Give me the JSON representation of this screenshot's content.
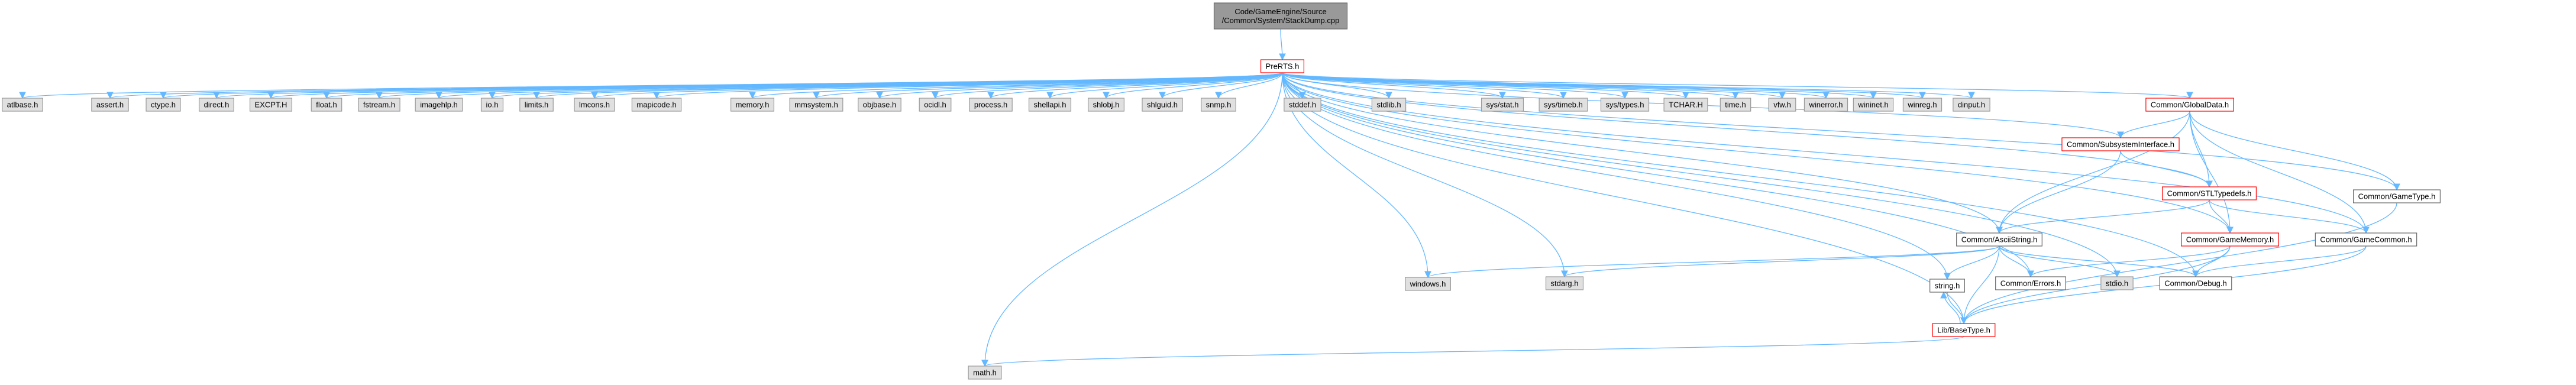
{
  "colors": {
    "edge": "#63b8ff",
    "root_fill": "#999999",
    "root_border": "#666666",
    "doc_fill": "#ffffff",
    "doc_border": "#666666",
    "missing_fill": "#e0e0e0",
    "missing_border": "#999999",
    "highlight_border": "#ff0000"
  },
  "nodes": [
    {
      "id": "root",
      "label": "Code/GameEngine/Source\n/Common/System/StackDump.cpp",
      "kind": "root"
    },
    {
      "id": "prerts",
      "label": "PreRTS.h",
      "kind": "highlight"
    },
    {
      "id": "atlbase",
      "label": "atlbase.h",
      "kind": "missing"
    },
    {
      "id": "assert",
      "label": "assert.h",
      "kind": "missing"
    },
    {
      "id": "ctype",
      "label": "ctype.h",
      "kind": "missing"
    },
    {
      "id": "direct",
      "label": "direct.h",
      "kind": "missing"
    },
    {
      "id": "excpt",
      "label": "EXCPT.H",
      "kind": "missing"
    },
    {
      "id": "float",
      "label": "float.h",
      "kind": "missing"
    },
    {
      "id": "fstream",
      "label": "fstream.h",
      "kind": "missing"
    },
    {
      "id": "imagehlp",
      "label": "imagehlp.h",
      "kind": "missing"
    },
    {
      "id": "io",
      "label": "io.h",
      "kind": "missing"
    },
    {
      "id": "limits",
      "label": "limits.h",
      "kind": "missing"
    },
    {
      "id": "lmcons",
      "label": "lmcons.h",
      "kind": "missing"
    },
    {
      "id": "mapicode",
      "label": "mapicode.h",
      "kind": "missing"
    },
    {
      "id": "memory",
      "label": "memory.h",
      "kind": "missing"
    },
    {
      "id": "mmsystem",
      "label": "mmsystem.h",
      "kind": "missing"
    },
    {
      "id": "objbase",
      "label": "objbase.h",
      "kind": "missing"
    },
    {
      "id": "ocidl",
      "label": "ocidl.h",
      "kind": "missing"
    },
    {
      "id": "process",
      "label": "process.h",
      "kind": "missing"
    },
    {
      "id": "shellapi",
      "label": "shellapi.h",
      "kind": "missing"
    },
    {
      "id": "shlobj",
      "label": "shlobj.h",
      "kind": "missing"
    },
    {
      "id": "shlguid",
      "label": "shlguid.h",
      "kind": "missing"
    },
    {
      "id": "snmp",
      "label": "snmp.h",
      "kind": "missing"
    },
    {
      "id": "stddef",
      "label": "stddef.h",
      "kind": "missing"
    },
    {
      "id": "stdlib",
      "label": "stdlib.h",
      "kind": "missing"
    },
    {
      "id": "sysstat",
      "label": "sys/stat.h",
      "kind": "missing"
    },
    {
      "id": "systimeb",
      "label": "sys/timeb.h",
      "kind": "missing"
    },
    {
      "id": "systypes",
      "label": "sys/types.h",
      "kind": "missing"
    },
    {
      "id": "tchar",
      "label": "TCHAR.H",
      "kind": "missing"
    },
    {
      "id": "time",
      "label": "time.h",
      "kind": "missing"
    },
    {
      "id": "vfw",
      "label": "vfw.h",
      "kind": "missing"
    },
    {
      "id": "winerror",
      "label": "winerror.h",
      "kind": "missing"
    },
    {
      "id": "wininet",
      "label": "wininet.h",
      "kind": "missing"
    },
    {
      "id": "winreg",
      "label": "winreg.h",
      "kind": "missing"
    },
    {
      "id": "dinput",
      "label": "dinput.h",
      "kind": "missing"
    },
    {
      "id": "globaldata",
      "label": "Common/GlobalData.h",
      "kind": "highlight"
    },
    {
      "id": "subsys",
      "label": "Common/SubsystemInterface.h",
      "kind": "highlight"
    },
    {
      "id": "gametype",
      "label": "Common/GameType.h",
      "kind": "doc"
    },
    {
      "id": "stltypedefs",
      "label": "Common/STLTypedefs.h",
      "kind": "highlight"
    },
    {
      "id": "asciistring",
      "label": "Common/AsciiString.h",
      "kind": "doc"
    },
    {
      "id": "gamememory",
      "label": "Common/GameMemory.h",
      "kind": "highlight"
    },
    {
      "id": "gamecommon",
      "label": "Common/GameCommon.h",
      "kind": "doc"
    },
    {
      "id": "windows",
      "label": "windows.h",
      "kind": "missing"
    },
    {
      "id": "stdarg",
      "label": "stdarg.h",
      "kind": "missing"
    },
    {
      "id": "string",
      "label": "string.h",
      "kind": "doc"
    },
    {
      "id": "errors",
      "label": "Common/Errors.h",
      "kind": "doc"
    },
    {
      "id": "stdio",
      "label": "stdio.h",
      "kind": "missing"
    },
    {
      "id": "debug",
      "label": "Common/Debug.h",
      "kind": "doc"
    },
    {
      "id": "basetype",
      "label": "Lib/BaseType.h",
      "kind": "highlight"
    },
    {
      "id": "math",
      "label": "math.h",
      "kind": "missing"
    }
  ],
  "edges": [
    [
      "root",
      "prerts"
    ],
    [
      "prerts",
      "atlbase"
    ],
    [
      "prerts",
      "assert"
    ],
    [
      "prerts",
      "ctype"
    ],
    [
      "prerts",
      "direct"
    ],
    [
      "prerts",
      "excpt"
    ],
    [
      "prerts",
      "float"
    ],
    [
      "prerts",
      "fstream"
    ],
    [
      "prerts",
      "imagehlp"
    ],
    [
      "prerts",
      "io"
    ],
    [
      "prerts",
      "limits"
    ],
    [
      "prerts",
      "lmcons"
    ],
    [
      "prerts",
      "mapicode"
    ],
    [
      "prerts",
      "memory"
    ],
    [
      "prerts",
      "mmsystem"
    ],
    [
      "prerts",
      "objbase"
    ],
    [
      "prerts",
      "ocidl"
    ],
    [
      "prerts",
      "process"
    ],
    [
      "prerts",
      "shellapi"
    ],
    [
      "prerts",
      "shlobj"
    ],
    [
      "prerts",
      "shlguid"
    ],
    [
      "prerts",
      "snmp"
    ],
    [
      "prerts",
      "stddef"
    ],
    [
      "prerts",
      "stdlib"
    ],
    [
      "prerts",
      "sysstat"
    ],
    [
      "prerts",
      "systimeb"
    ],
    [
      "prerts",
      "systypes"
    ],
    [
      "prerts",
      "tchar"
    ],
    [
      "prerts",
      "time"
    ],
    [
      "prerts",
      "vfw"
    ],
    [
      "prerts",
      "winerror"
    ],
    [
      "prerts",
      "wininet"
    ],
    [
      "prerts",
      "winreg"
    ],
    [
      "prerts",
      "dinput"
    ],
    [
      "prerts",
      "globaldata"
    ],
    [
      "prerts",
      "subsys"
    ],
    [
      "prerts",
      "gametype"
    ],
    [
      "prerts",
      "stltypedefs"
    ],
    [
      "prerts",
      "asciistring"
    ],
    [
      "prerts",
      "gamememory"
    ],
    [
      "prerts",
      "gamecommon"
    ],
    [
      "prerts",
      "windows"
    ],
    [
      "prerts",
      "stdarg"
    ],
    [
      "prerts",
      "string"
    ],
    [
      "prerts",
      "errors"
    ],
    [
      "prerts",
      "stdio"
    ],
    [
      "prerts",
      "debug"
    ],
    [
      "prerts",
      "basetype"
    ],
    [
      "prerts",
      "math"
    ],
    [
      "globaldata",
      "subsys"
    ],
    [
      "globaldata",
      "gametype"
    ],
    [
      "globaldata",
      "stltypedefs"
    ],
    [
      "globaldata",
      "asciistring"
    ],
    [
      "globaldata",
      "gamememory"
    ],
    [
      "globaldata",
      "gamecommon"
    ],
    [
      "subsys",
      "stltypedefs"
    ],
    [
      "subsys",
      "asciistring"
    ],
    [
      "stltypedefs",
      "asciistring"
    ],
    [
      "stltypedefs",
      "gamememory"
    ],
    [
      "stltypedefs",
      "gamecommon"
    ],
    [
      "gametype",
      "basetype"
    ],
    [
      "asciistring",
      "windows"
    ],
    [
      "asciistring",
      "stdarg"
    ],
    [
      "asciistring",
      "string"
    ],
    [
      "asciistring",
      "errors"
    ],
    [
      "asciistring",
      "stdio"
    ],
    [
      "asciistring",
      "debug"
    ],
    [
      "asciistring",
      "basetype"
    ],
    [
      "gamememory",
      "errors"
    ],
    [
      "gamememory",
      "debug"
    ],
    [
      "gamememory",
      "basetype"
    ],
    [
      "gamecommon",
      "debug"
    ],
    [
      "gamecommon",
      "basetype"
    ],
    [
      "string",
      "basetype"
    ],
    [
      "basetype",
      "string"
    ],
    [
      "basetype",
      "math"
    ]
  ]
}
